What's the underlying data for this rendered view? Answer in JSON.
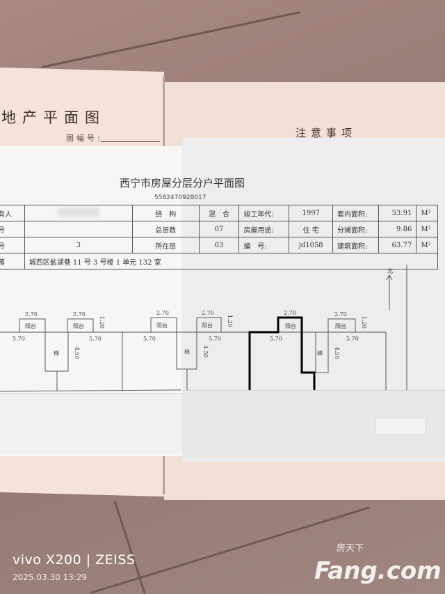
{
  "booklet": {
    "left_title": "地产平面图",
    "sheet_no_label": "图幅号:",
    "right_title": "注意事项"
  },
  "document": {
    "title": "西宁市房屋分层分户平面图",
    "number": "5582470928017",
    "rows": [
      {
        "label": "有人",
        "value": "",
        "k1": "结　构",
        "v1": "混　合",
        "k2": "竣工年代:",
        "v2": "1997",
        "k3": "套内面积:",
        "v3": "53.91",
        "unit": "M²"
      },
      {
        "label": "号",
        "value": "",
        "k1": "总层数",
        "v1": "07",
        "k2": "房屋用途:",
        "v2": "住 宅",
        "k3": "分摊面积:",
        "v3": "9.86",
        "unit": "M²"
      },
      {
        "label": "号",
        "value": "3",
        "k1": "所在层",
        "v1": "03",
        "k2": "编　号:",
        "v2": "jd1058",
        "k3": "建筑面积:",
        "v3": "63.77",
        "unit": "M²"
      }
    ],
    "address_label": "落",
    "address": "城西区盐湖巷 11 号 3 号楼 1 单元 132 室"
  },
  "plan": {
    "north": "北",
    "balcony": "阳台",
    "stair": "梯",
    "width_balcony": "2.70",
    "width_room": "5.70",
    "depth_stair": "4.50",
    "depth_balcony": "1.20"
  },
  "watermark": {
    "camera": "vivo X200 | ZEISS",
    "datetime": "2025.03.30 13:29",
    "site": "Fang.com",
    "site_cn": "房天下"
  }
}
